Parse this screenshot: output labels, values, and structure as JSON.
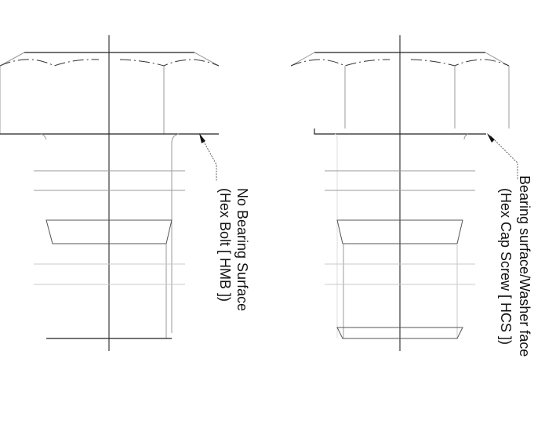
{
  "figure": {
    "left_view": {
      "title": "No Bearing Surface",
      "subtitle": "(Hex Bolt [ HMB ])"
    },
    "right_view": {
      "title": "Bearing surface/Washer face",
      "subtitle": "(Hex Cap Screw [ HCS ])"
    },
    "colors": {
      "line": "#222222",
      "hidden": "#999999",
      "background": "#ffffff"
    }
  }
}
